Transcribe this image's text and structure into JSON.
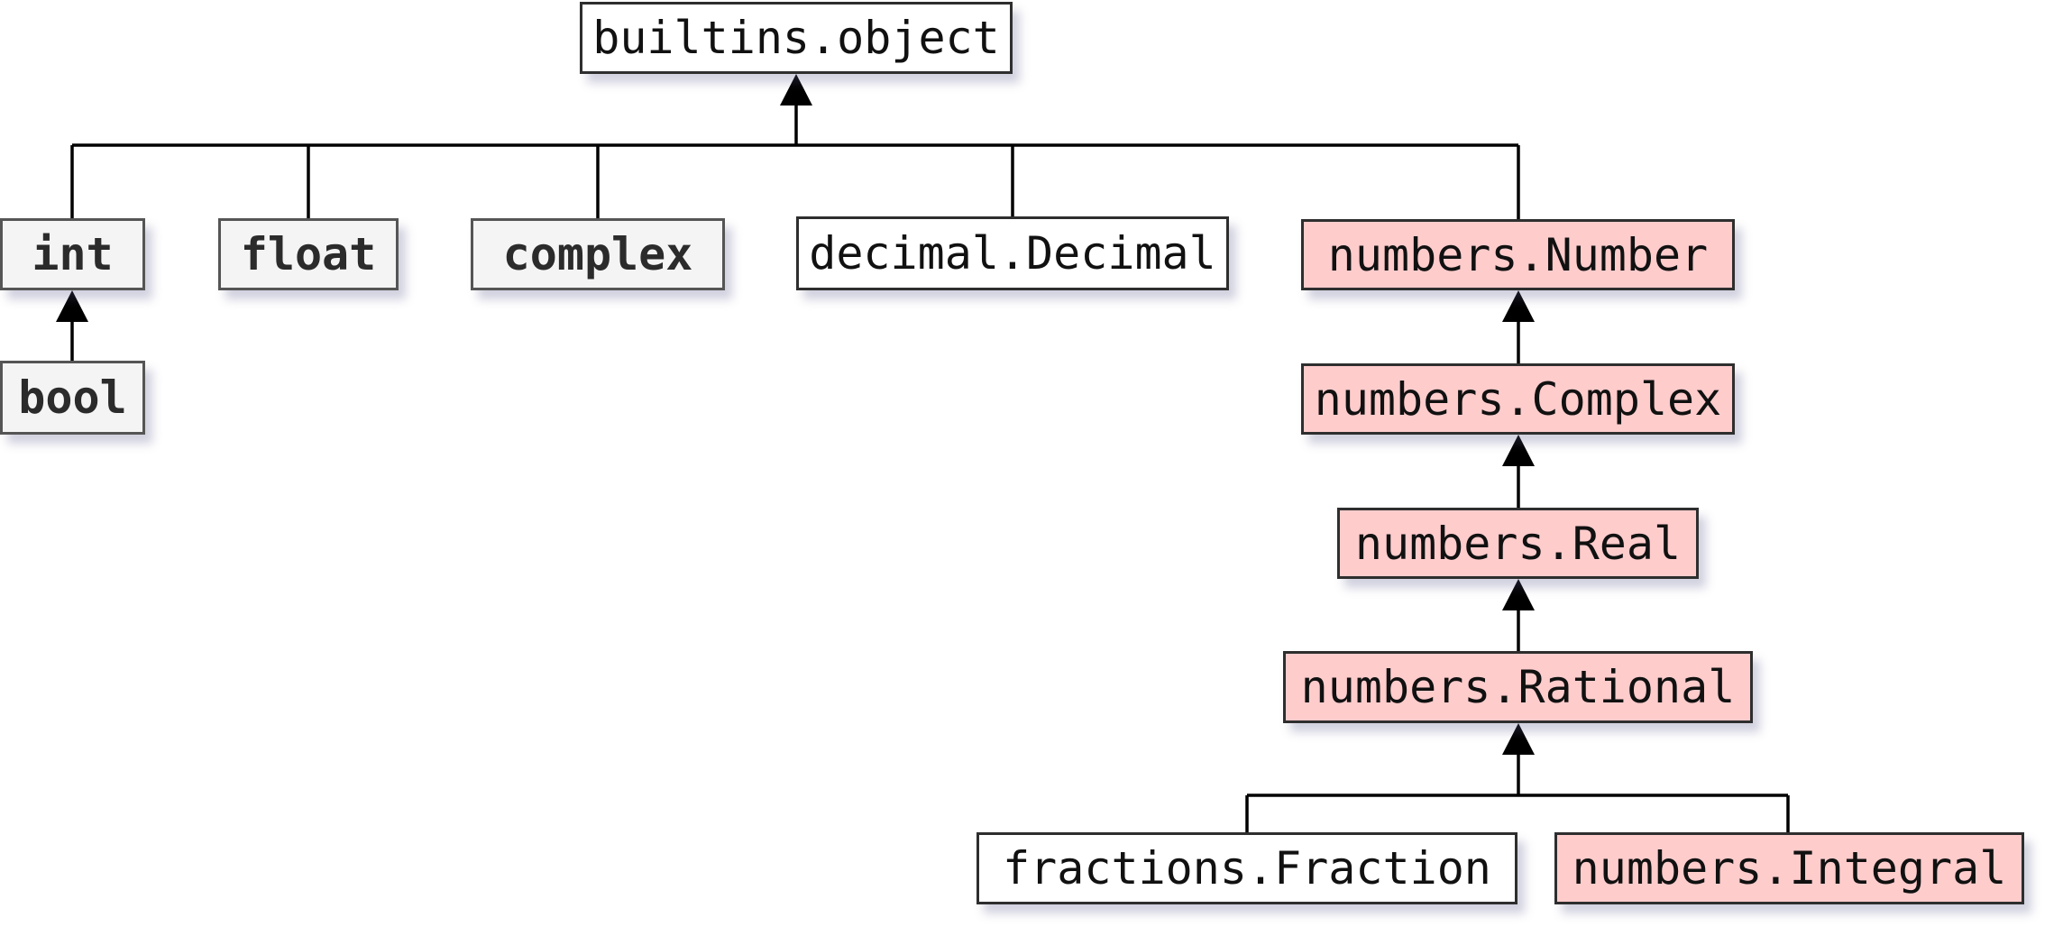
{
  "nodes": {
    "object": {
      "label": "builtins.object",
      "style": "plain"
    },
    "int": {
      "label": "int",
      "style": "builtin"
    },
    "float": {
      "label": "float",
      "style": "builtin"
    },
    "complex": {
      "label": "complex",
      "style": "builtin"
    },
    "decimal": {
      "label": "decimal.Decimal",
      "style": "plain"
    },
    "number": {
      "label": "numbers.Number",
      "style": "abc"
    },
    "bool": {
      "label": "bool",
      "style": "builtin"
    },
    "ncomplex": {
      "label": "numbers.Complex",
      "style": "abc"
    },
    "real": {
      "label": "numbers.Real",
      "style": "abc"
    },
    "rational": {
      "label": "numbers.Rational",
      "style": "abc"
    },
    "fraction": {
      "label": "fractions.Fraction",
      "style": "plain"
    },
    "integral": {
      "label": "numbers.Integral",
      "style": "abc"
    }
  },
  "edges": [
    {
      "from": "int",
      "to": "object"
    },
    {
      "from": "float",
      "to": "object"
    },
    {
      "from": "complex",
      "to": "object"
    },
    {
      "from": "decimal",
      "to": "object"
    },
    {
      "from": "number",
      "to": "object"
    },
    {
      "from": "bool",
      "to": "int"
    },
    {
      "from": "ncomplex",
      "to": "number"
    },
    {
      "from": "real",
      "to": "ncomplex"
    },
    {
      "from": "rational",
      "to": "real"
    },
    {
      "from": "fraction",
      "to": "rational"
    },
    {
      "from": "integral",
      "to": "rational"
    }
  ],
  "colors": {
    "plain_fill": "#ffffff",
    "builtin_fill": "#f4f4f4",
    "abc_fill": "#ffcccc",
    "border": "#2e2e2e",
    "edge": "#000000"
  }
}
